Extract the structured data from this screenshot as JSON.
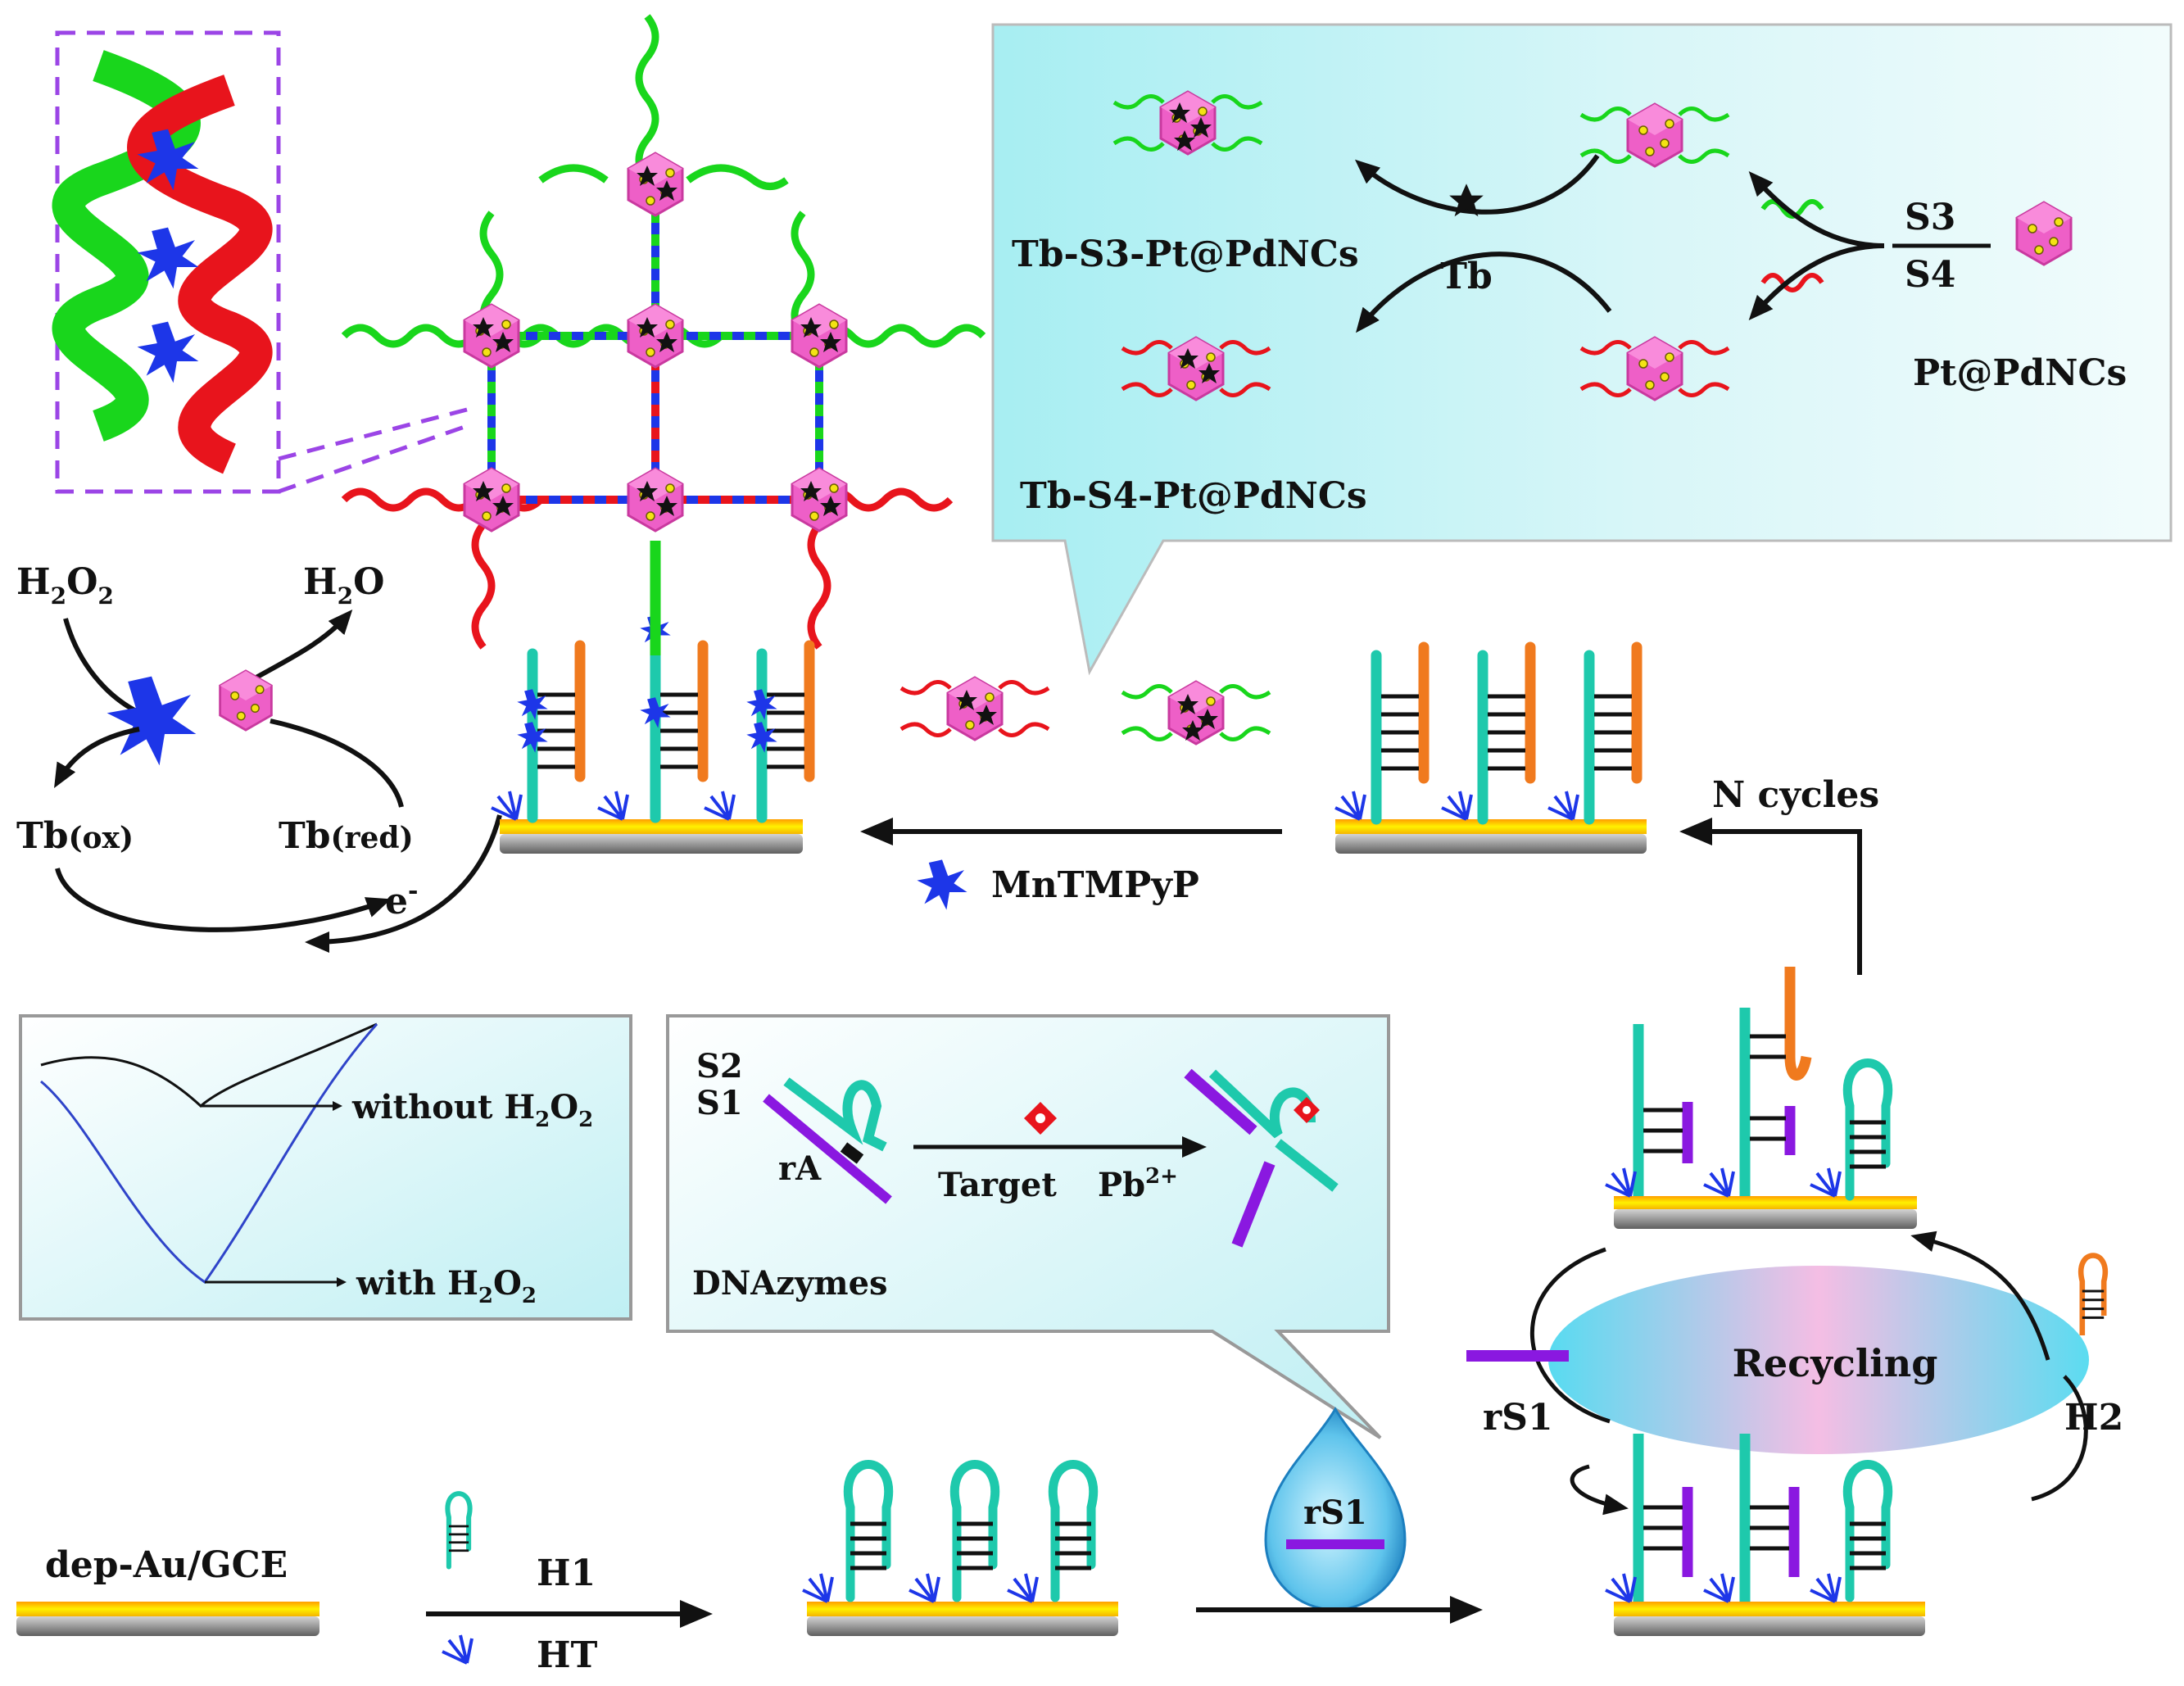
{
  "colors": {
    "strand_green": "#19d61c",
    "strand_red": "#e8141c",
    "probe_cyan": "#1ec9ac",
    "hairpin_orange": "#f07a1e",
    "strand_purple": "#8a18e0",
    "nanocube_pink": "#ee5fc7",
    "electrode_gold": "#f7c614",
    "electrode_gray": "#8f8f8f",
    "mntmpyp_blue": "#1d36e8",
    "panel_cyan": "#c3f1f6",
    "recycling_cyan": "#62d9ee",
    "recycling_pink": "#f2b7e1",
    "arrow_black": "#111111",
    "inset_box_purple": "#9b45e6",
    "cv_black": "#111111",
    "cv_blue": "#2f44c9"
  },
  "labels": {
    "tb_s3": "Tb-S3-Pt@PdNCs",
    "tb_s4": "Tb-S4-Pt@PdNCs",
    "tb": "Tb",
    "s3": "S3",
    "s4": "S4",
    "pt_pdncs": "Pt@PdNCs",
    "h2o2": "H",
    "h2o2_sub_a": "2",
    "h2o2_o": "O",
    "h2o2_sub_b": "2",
    "h2o": "H",
    "h2o_sub": "2",
    "h2o_o": "O",
    "tb_ox": "Tb",
    "tb_ox_state": "(ox)",
    "tb_red": "Tb",
    "tb_red_state": "(red)",
    "electron": "e",
    "electron_sup": "-",
    "mntmpyp": "MnTMPyP",
    "n_cycles": "N cycles",
    "without_h2o2": "without H",
    "without_sub_a": "2",
    "without_o": "O",
    "without_sub_b": "2",
    "with_h2o2": "with H",
    "with_sub_a": "2",
    "with_o": "O",
    "with_sub_b": "2",
    "s2": "S2",
    "s1": "S1",
    "ra": "rA",
    "target": "Target",
    "pb": "Pb",
    "pb_sup": "2+",
    "dnazymes": "DNAzymes",
    "recycling": "Recycling",
    "rs1_side": "rS1",
    "rs1_drop": "rS1",
    "h2": "H2",
    "dep_au_gce": "dep-Au/GCE",
    "h1": "H1",
    "ht": "HT"
  },
  "icons": [
    "nanocube-icon",
    "mntmpyp-star-icon",
    "tb-star-icon",
    "pb-ion-icon",
    "rs1-droplet-icon",
    "ht-brush-icon"
  ]
}
